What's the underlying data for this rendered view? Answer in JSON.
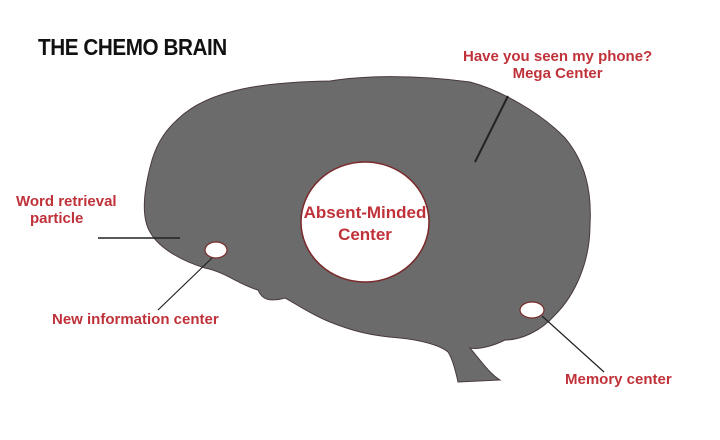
{
  "title": "THE CHEMO BRAIN",
  "labels": {
    "phone_line1": "Have you seen my phone?",
    "phone_line2": "Mega Center",
    "word_line1": "Word retrieval",
    "word_line2": "particle",
    "new_info": "New information center",
    "absent_line1": "Absent-Minded",
    "absent_line2": "Center",
    "memory": "Memory center"
  },
  "colors": {
    "brain_fill": "#6b6b6b",
    "label_red": "#c0323a",
    "title": "#111111",
    "leader_line": "#222222"
  }
}
